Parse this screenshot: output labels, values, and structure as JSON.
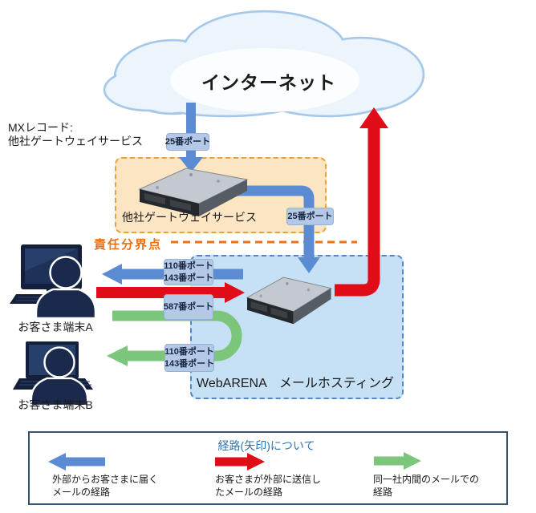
{
  "cloud": {
    "label": "インターネット"
  },
  "mx_note": {
    "line1": "MXレコード:",
    "line2": "他社ゲートウェイサービス"
  },
  "gateway": {
    "label": "他社ゲートウェイサービス"
  },
  "demarcation": {
    "label": "責任分界点"
  },
  "hosting": {
    "label": "WebARENA　メールホスティング"
  },
  "terminals": {
    "a_label": "お客さま端末A",
    "b_label": "お客さま端末B"
  },
  "port_labels": {
    "cloud_to_gateway": "25番ポート",
    "gateway_to_hosting": "25番ポート",
    "hosting_to_client": [
      "110番ポート",
      "143番ポート"
    ],
    "client_submission": "587番ポート",
    "internal_delivery": [
      "110番ポート",
      "143番ポート"
    ]
  },
  "legend": {
    "title": "経路(矢印)について",
    "items": [
      {
        "line1": "外部からお客さまに届く",
        "line2": "メールの経路",
        "color": "#5B8CD3",
        "direction": "left"
      },
      {
        "line1": "お客さまが外部に送信し",
        "line2": "たメールの経路",
        "color": "#E00C18",
        "direction": "right"
      },
      {
        "line1": "同一社内間のメールでの",
        "line2": "経路",
        "color": "#7CC67C",
        "direction": "right"
      }
    ]
  },
  "colors": {
    "route_inbound_blue": "#5B8CD3",
    "route_outbound_red": "#E00C18",
    "route_internal_green": "#7CC67C",
    "port_label_bg": "#B4C9E7",
    "gateway_box_bg": "#FBE5C3",
    "gateway_box_border": "#E8A33B",
    "hosting_box_bg": "#C6E1F6",
    "hosting_box_border": "#5585C5",
    "demarcation_orange": "#ED7013",
    "legend_border": "#35536F",
    "legend_title_blue": "#2E75B6"
  }
}
